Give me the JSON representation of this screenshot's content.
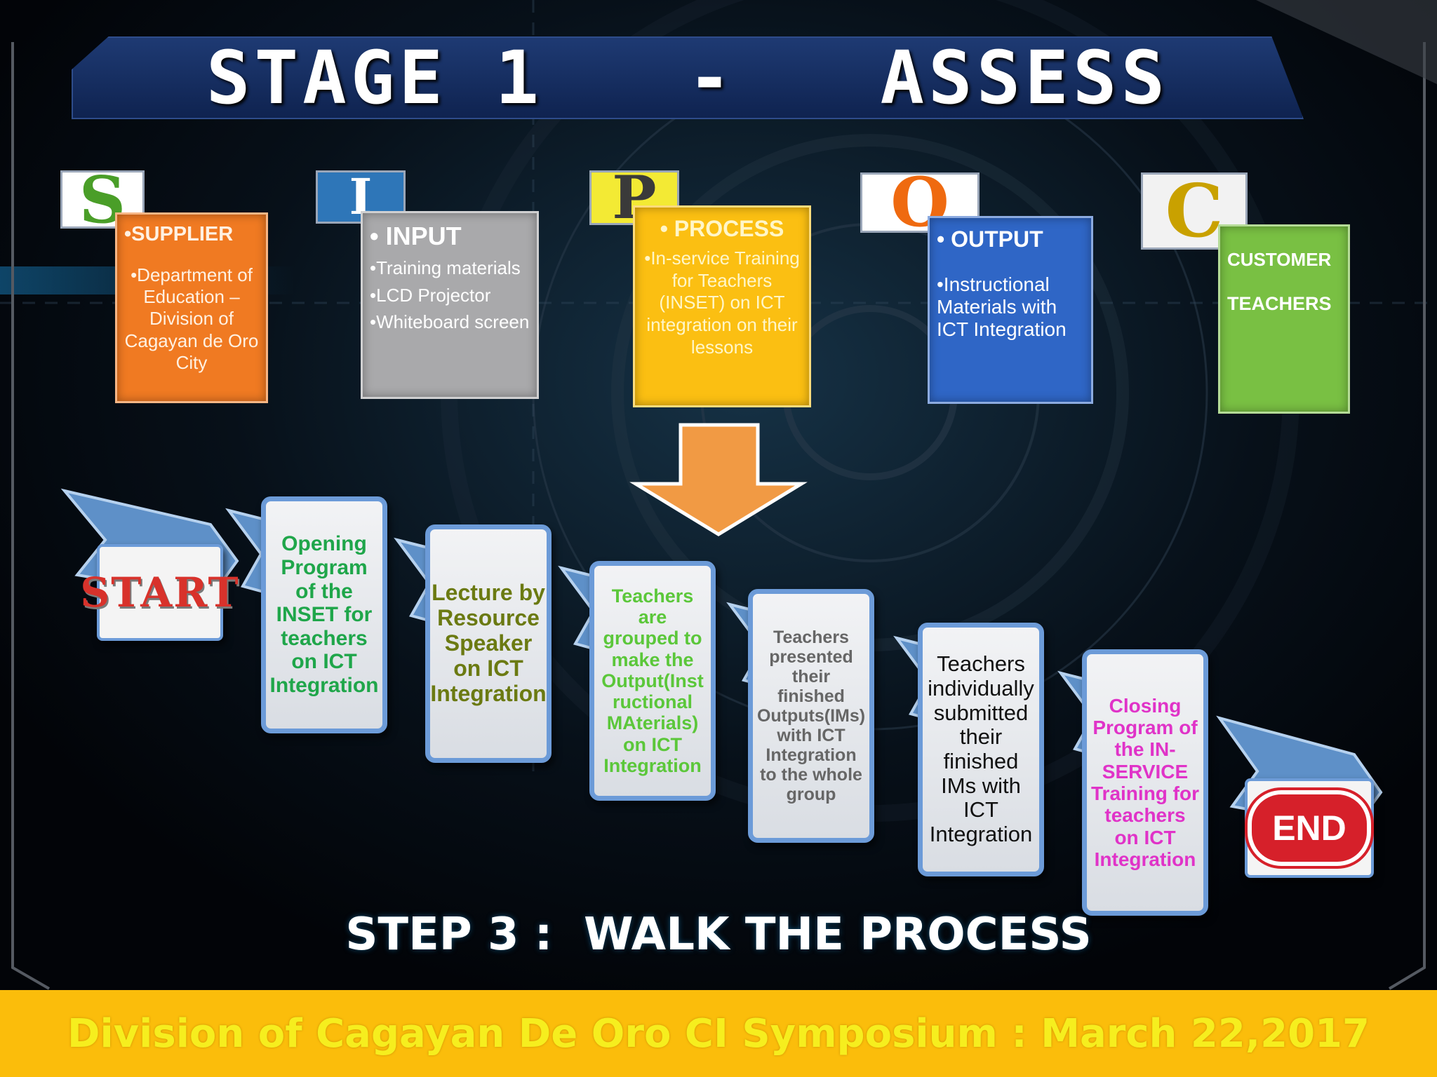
{
  "slide_title": "STAGE 1   -   ASSESS",
  "sipoc": [
    {
      "letter": "S",
      "heading": "•SUPPLIER",
      "lines": [
        "•Department of Education – Division of Cagayan de Oro City"
      ],
      "box_color": "#f07a22",
      "letter_color": "#4a9e28"
    },
    {
      "letter": "I",
      "heading": "• INPUT",
      "lines": [
        "•Training materials",
        "•LCD Projector",
        "•Whiteboard screen"
      ],
      "box_color": "#a9a9ab",
      "letter_color": "#2e76b8"
    },
    {
      "letter": "P",
      "heading": "• PROCESS",
      "lines": [
        "•In-service Training for Teachers (INSET) on ICT integration on their lessons"
      ],
      "box_color": "#fbbf12",
      "letter_color": "#d7c500"
    },
    {
      "letter": "O",
      "heading": "• OUTPUT",
      "lines": [
        "•Instructional Materials with ICT Integration"
      ],
      "box_color": "#2f66c6",
      "letter_color": "#ef6a10"
    },
    {
      "letter": "C",
      "heading": "CUSTOMER",
      "lines": [
        "TEACHERS"
      ],
      "box_color": "#79c043",
      "letter_color": "#c9a100"
    }
  ],
  "flow": {
    "start_label": "START",
    "end_label": "END",
    "steps": [
      {
        "text": "Opening Program of the INSET for teachers on ICT Integration",
        "color": "#1fa64a"
      },
      {
        "text": "Lecture by Resource Speaker on ICT Integration",
        "color": "#6b7a12"
      },
      {
        "text": "Teachers are grouped to make the Output(Instructional MAterials) on ICT Integration",
        "color": "#5bc73a"
      },
      {
        "text": "Teachers presented their finished Outputs(IMs) with ICT Integration to the whole group",
        "color": "#666666"
      },
      {
        "text": "Teachers individually submitted their finished IMs with ICT Integration",
        "color": "#111111"
      },
      {
        "text": "Closing Program of the IN-SERVICE Training for teachers on ICT Integration",
        "color": "#e033c8"
      }
    ]
  },
  "step_caption": "STEP 3 :  WALK THE PROCESS",
  "footer": "Division of Cagayan De Oro CI Symposium : March 22,2017",
  "colors": {
    "banner": "#1a3366",
    "arrow": "#f19a44",
    "card_border": "#6c9bd8",
    "footer_bg": "#fbbd0b",
    "footer_text": "#f6ee1e"
  }
}
